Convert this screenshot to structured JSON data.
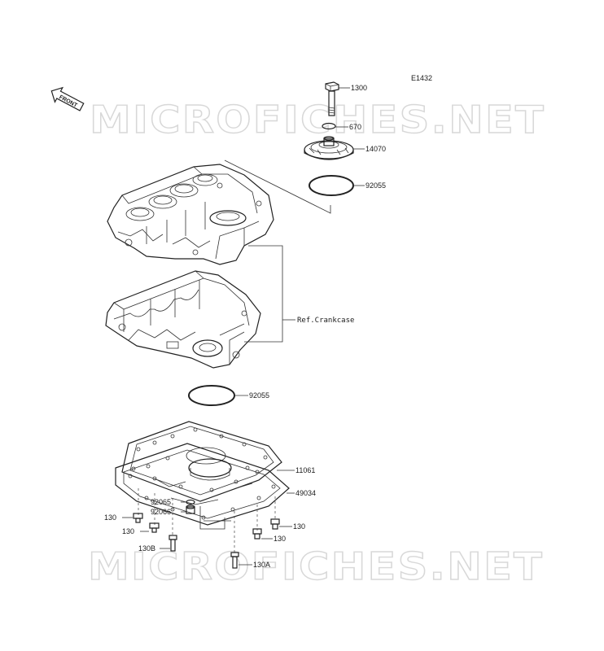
{
  "diagram": {
    "code": "E1432",
    "front_label": "FRONT",
    "watermark": "MICROFICHES.NET",
    "parts": {
      "p1300": "1300",
      "p670": "670",
      "p14070": "14070",
      "p92055_top": "92055",
      "p92055_bottom": "92055",
      "ref_crankcase": "Ref.Crankcase",
      "p11061": "11061",
      "p49034": "49034",
      "p92065": "92065",
      "p92066": "92066",
      "p130_a": "130",
      "p130_b": "130",
      "p130_c": "130",
      "p130_d": "130",
      "p130B": "130B",
      "p130A": "130A"
    }
  }
}
